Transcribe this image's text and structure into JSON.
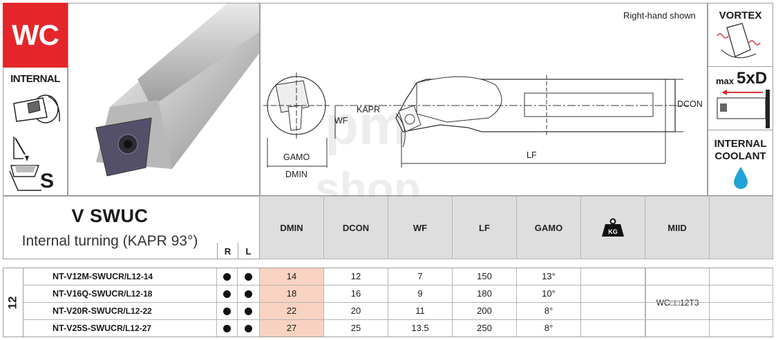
{
  "badge": "WC",
  "internal_label": "INTERNAL",
  "s_label": "S",
  "drawing": {
    "note": "Right-hand shown",
    "dims": {
      "kapr": "KAPR",
      "wf": "WF",
      "dcon": "DCON",
      "lf": "LF",
      "gamo": "GAMO",
      "dmin": "DMIN"
    }
  },
  "features": {
    "vortex": "VORTEX",
    "max_label": "max",
    "max_value": "5xD",
    "coolant": [
      "INTERNAL",
      "COOLANT"
    ]
  },
  "product": {
    "name": "V SWUC",
    "subtitle": "Internal turning (KAPR 93°)",
    "hand_r": "R",
    "hand_l": "L"
  },
  "columns": [
    "DMIN",
    "DCON",
    "WF",
    "LF",
    "GAMO",
    "KG",
    "MIID"
  ],
  "group_label": "12",
  "rows": [
    {
      "code": "NT-V12M-SWUC",
      "code_suffix": "R/L12-14",
      "r": true,
      "l": true,
      "dmin": "14",
      "dcon": "12",
      "wf": "7",
      "lf": "150",
      "gamo": "13°"
    },
    {
      "code": "NT-V16Q-SWUC",
      "code_suffix": "R/L12-18",
      "r": true,
      "l": true,
      "dmin": "18",
      "dcon": "16",
      "wf": "9",
      "lf": "180",
      "gamo": "10°"
    },
    {
      "code": "NT-V20R-SWUC",
      "code_suffix": "R/L12-22",
      "r": true,
      "l": true,
      "dmin": "22",
      "dcon": "20",
      "wf": "11",
      "lf": "200",
      "gamo": "8°"
    },
    {
      "code": "NT-V25S-SWUC",
      "code_suffix": "R/L12-27",
      "r": true,
      "l": true,
      "dmin": "27",
      "dcon": "25",
      "wf": "13.5",
      "lf": "250",
      "gamo": "8°"
    }
  ],
  "miid": "WC□□12T3",
  "watermark": [
    "pm",
    "shop"
  ],
  "colors": {
    "badge": "#e4262b",
    "dmin_highlight": "#f9d3c1",
    "header_bg": "#dedede",
    "coolant_drop": "#1fa3d8"
  }
}
